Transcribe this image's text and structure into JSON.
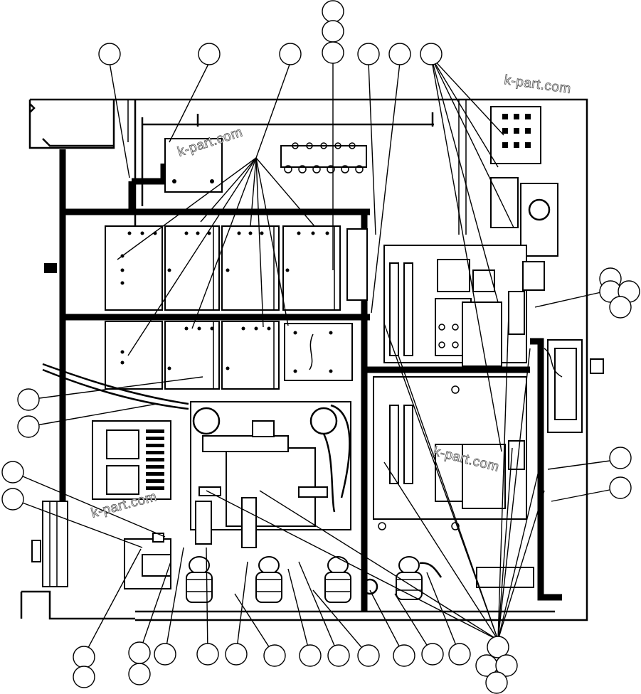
{
  "watermarks": [
    {
      "text": "k-part.com"
    },
    {
      "text": "k-part.com"
    },
    {
      "text": "k-part.com"
    },
    {
      "text": "k-part.com"
    }
  ],
  "colors": {
    "line": "#000000",
    "background": "#ffffff",
    "watermark_outline": "#555555"
  }
}
